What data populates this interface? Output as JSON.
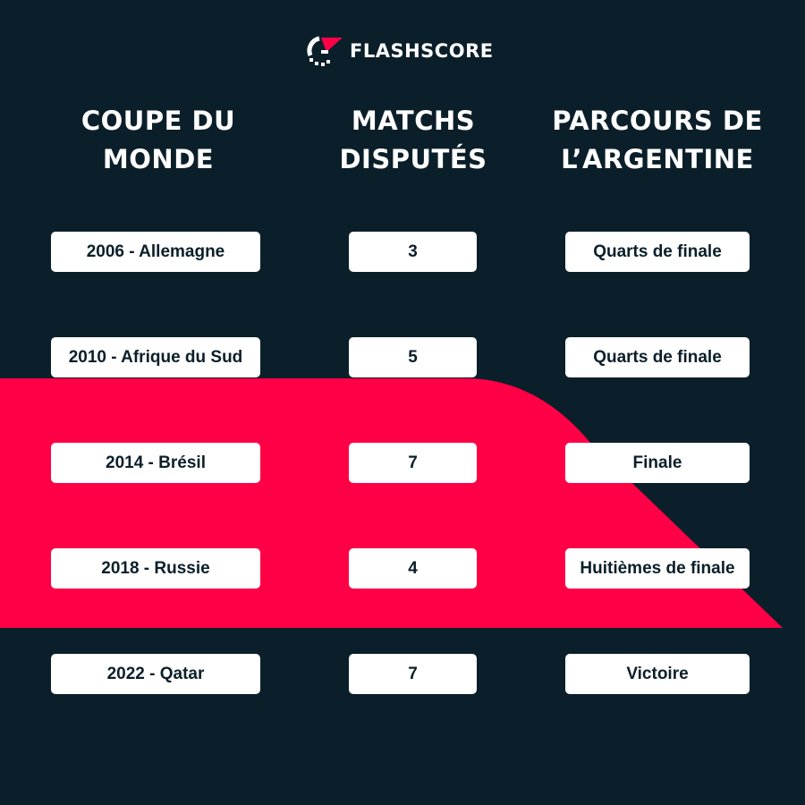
{
  "brand": {
    "name": "FLASHSCORE",
    "logo_icon": "flashscore-logo-icon",
    "accent": "#ff0046",
    "background": "#0b1f2a"
  },
  "headers": [
    {
      "line1": "COUPE DU",
      "line2": "MONDE"
    },
    {
      "line1": "MATCHS",
      "line2": "DISPUTÉS"
    },
    {
      "line1": "PARCOURS DE",
      "line2": "L’ARGENTINE"
    }
  ],
  "rows": [
    {
      "cup": "2006 - Allemagne",
      "matches": "3",
      "result": "Quarts de finale"
    },
    {
      "cup": "2010 - Afrique du Sud",
      "matches": "5",
      "result": "Quarts de finale"
    },
    {
      "cup": "2014 - Brésil",
      "matches": "7",
      "result": "Finale"
    },
    {
      "cup": "2018 - Russie",
      "matches": "4",
      "result": "Huitièmes de finale"
    },
    {
      "cup": "2022 - Qatar",
      "matches": "7",
      "result": "Victoire"
    }
  ]
}
